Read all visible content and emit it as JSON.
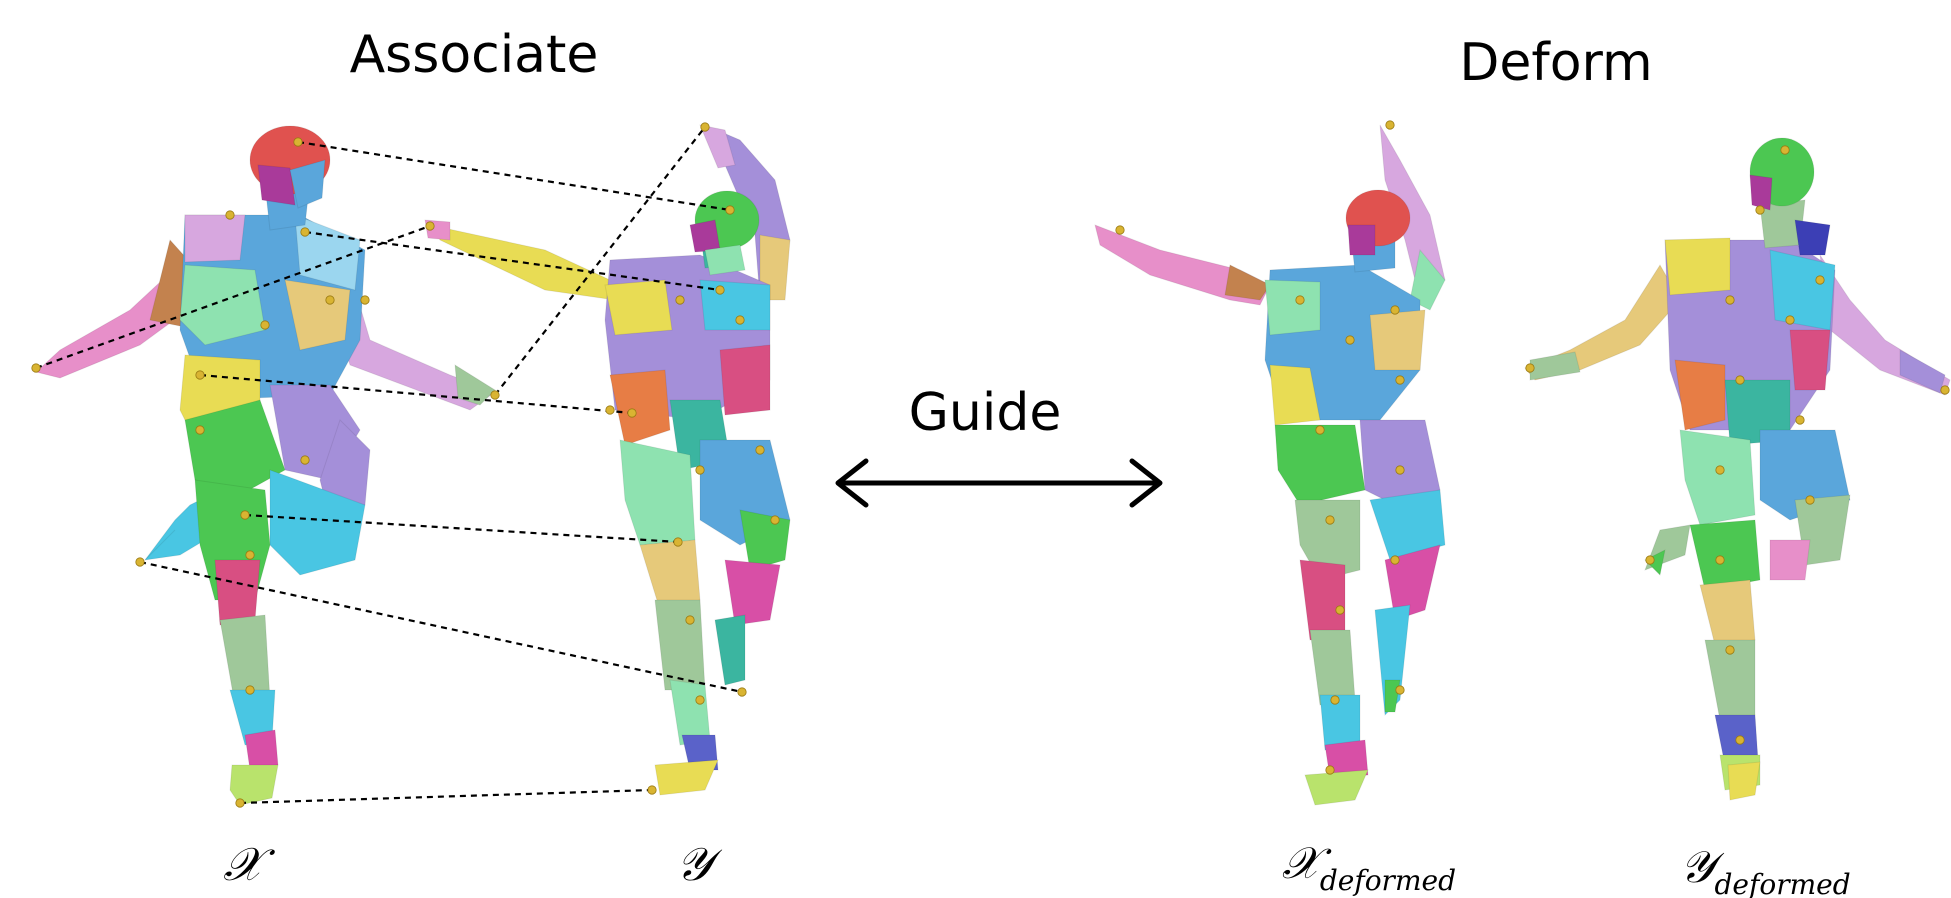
{
  "titles": {
    "associate": "Associate",
    "deform": "Deform",
    "guide": "Guide"
  },
  "labels": {
    "x_main": "𝒳",
    "y_main": "𝒴",
    "x_deformed_main": "𝒳",
    "x_deformed_sub": "deformed",
    "y_deformed_main": "𝒴",
    "y_deformed_sub": "deformed"
  },
  "colors": {
    "red": "#e0524f",
    "cyan": "#49c6e3",
    "blue": "#5aa6db",
    "green": "#4cc752",
    "yellow": "#e8dc54",
    "lime": "#b9e36c",
    "mint": "#8ee2b0",
    "purple": "#a48fd9",
    "magenta": "#d84fa6",
    "pink": "#e78fc9",
    "orange": "#e77d45",
    "sage": "#9fc89a",
    "teal": "#3bb5a0",
    "lavender": "#d7a7df",
    "joint": "#d9b432"
  }
}
